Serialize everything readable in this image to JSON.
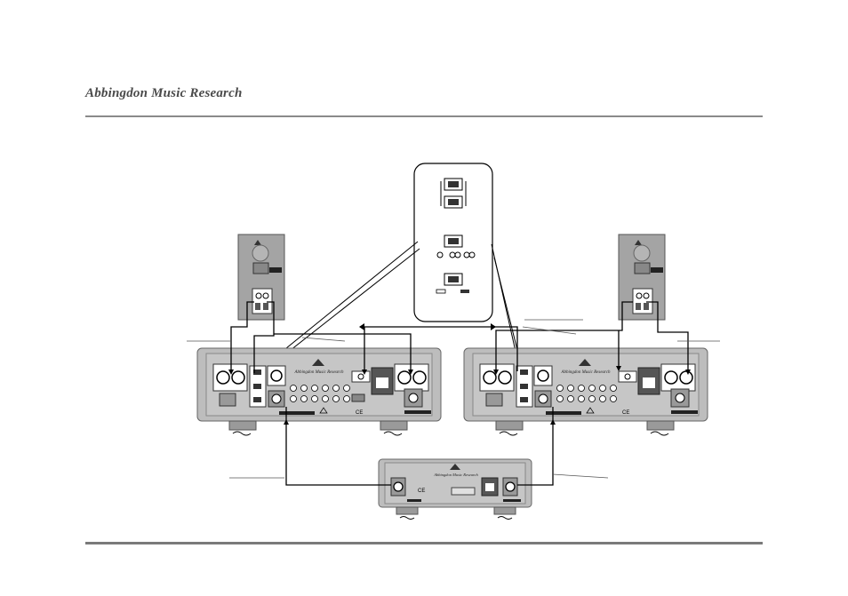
{
  "header": {
    "brand_name": "Abbingdon Music Research"
  },
  "colors": {
    "panel": "#b9b9b9",
    "panel_dark": "#8c8c8c",
    "speaker": "#9f9f9f",
    "line": "#000000",
    "rule": "#8a8a8a",
    "label_strip": "#222222"
  },
  "devices": {
    "amp_brand": "Abbingdon Music Research",
    "supply_brand": "Abbingdon Music Research",
    "ce_mark": "CE"
  }
}
